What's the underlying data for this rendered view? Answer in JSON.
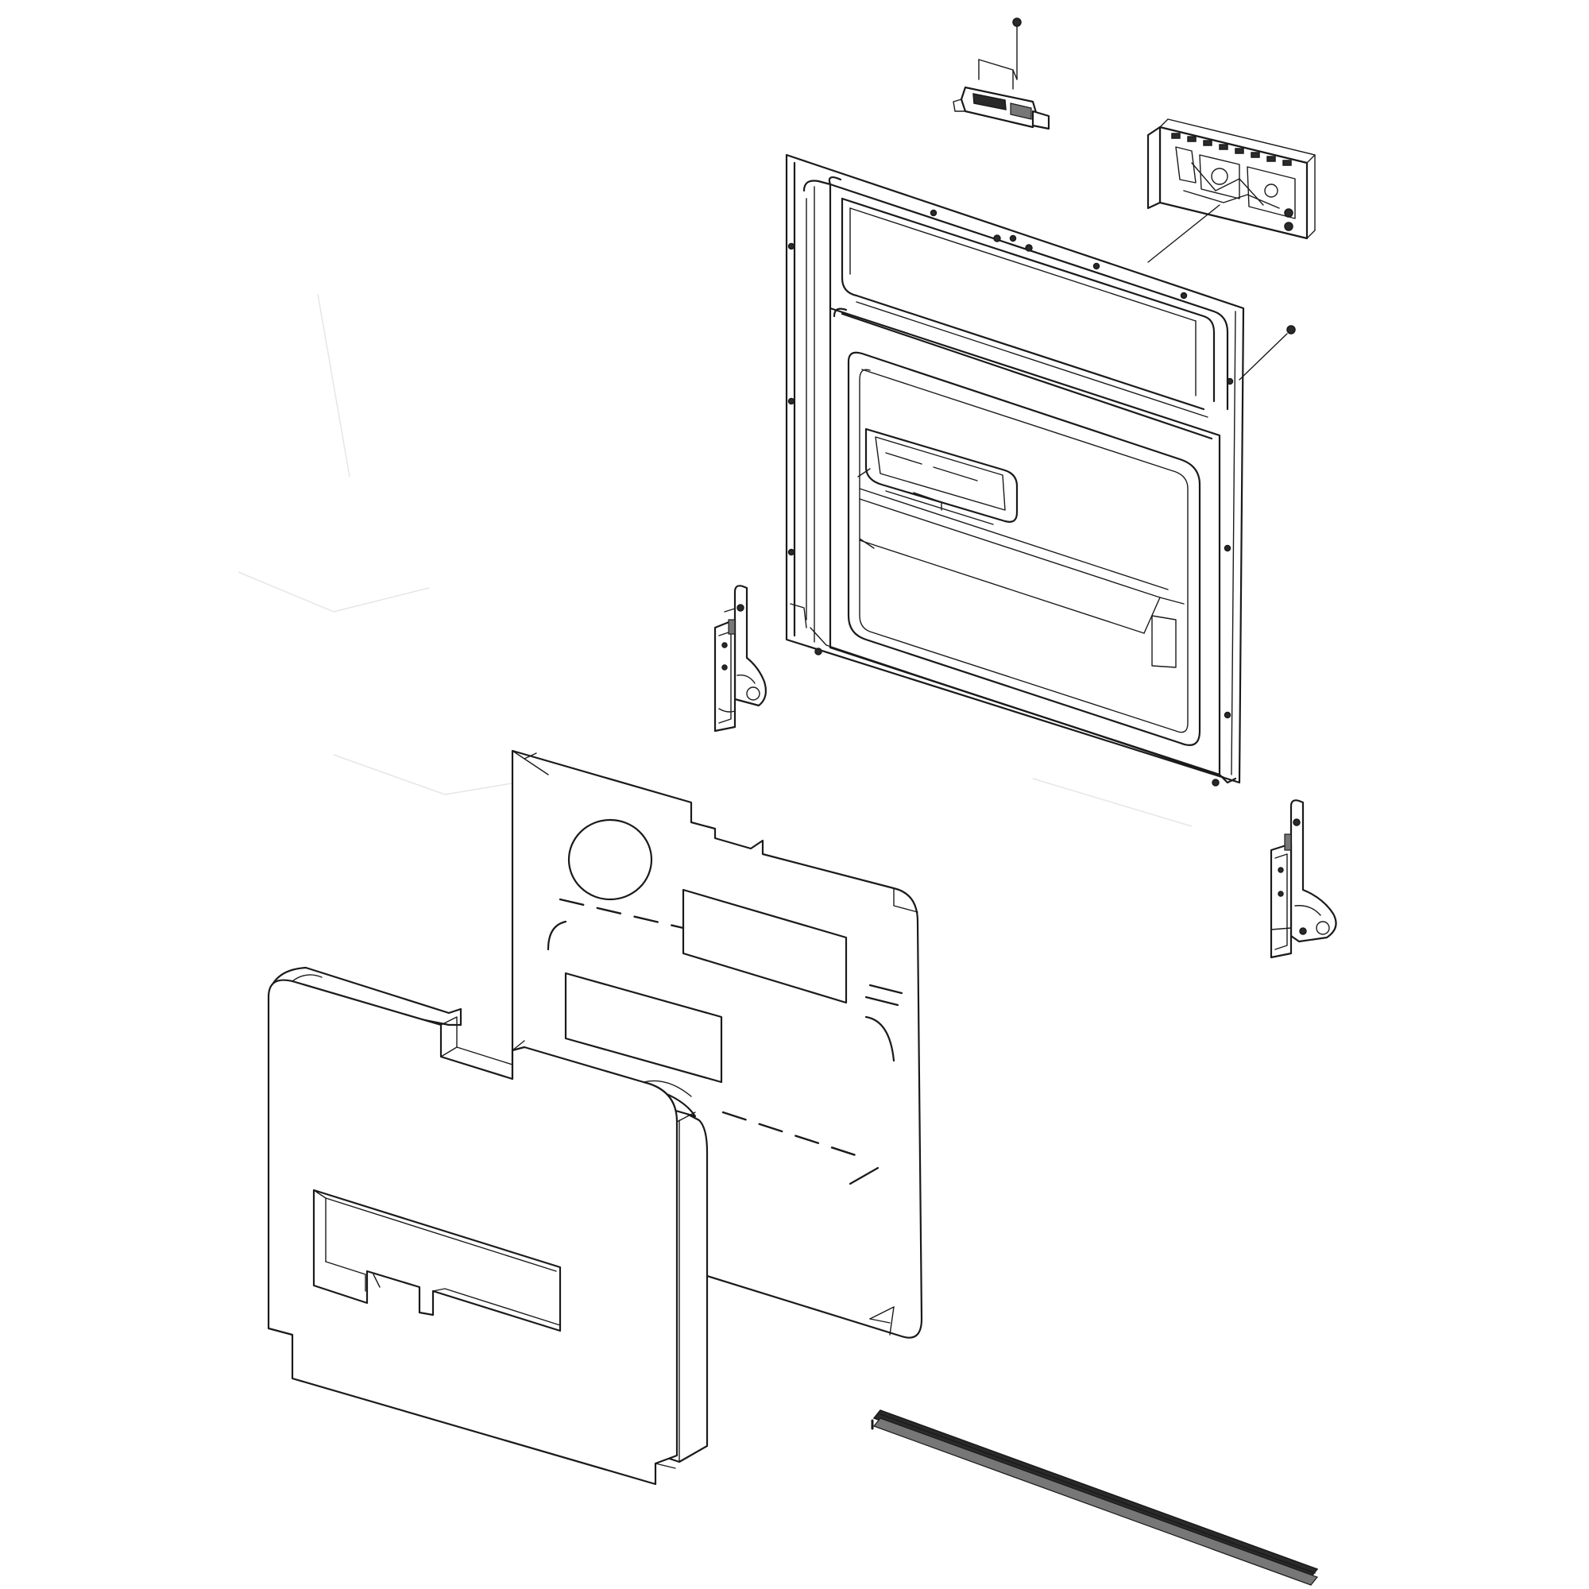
{
  "diagram": {
    "style": "exploded parts line drawing",
    "background_color": "#ffffff",
    "line_color": "#1a1a1a",
    "parts": [
      "door-switch",
      "control-board",
      "inner-door-panel",
      "screw-top",
      "screw-right",
      "hinge-left",
      "hinge-right",
      "insulation-blanket",
      "outer-door-panel",
      "door-seal-strip"
    ]
  }
}
